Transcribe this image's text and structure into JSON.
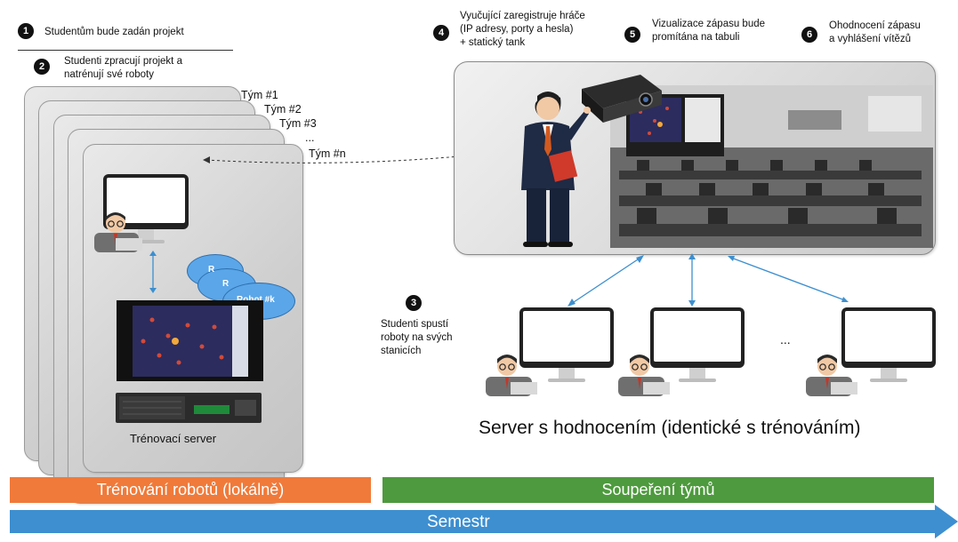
{
  "steps": [
    {
      "num": "1",
      "text": [
        "Studentům bude zadán projekt"
      ]
    },
    {
      "num": "2",
      "text": [
        "Studenti zpracují projekt a",
        "natrénují své roboty"
      ]
    },
    {
      "num": "3",
      "text": [
        "Studenti spustí",
        "roboty na svých",
        "stanicích"
      ]
    },
    {
      "num": "4",
      "text": [
        "Vyučující zaregistruje hráče",
        "(IP adresy, porty a hesla)",
        "+ statický tank"
      ]
    },
    {
      "num": "5",
      "text": [
        "Vizualizace zápasu bude",
        "promítána na tabuli"
      ]
    },
    {
      "num": "6",
      "text": [
        "Ohodnocení zápasu",
        "a vyhlášení vítězů"
      ]
    }
  ],
  "teams": [
    "Tým #1",
    "Tým #2",
    "Tým #3",
    "...",
    "Tým #n"
  ],
  "cloud_labels": [
    "R",
    "R",
    "Robot #k"
  ],
  "training_server_label": "Trénovací server",
  "ellipsis": "...",
  "evaluation_server_label": "Server s hodnocením (identické s trénováním)",
  "phases": {
    "training": "Trénování robotů (lokálně)",
    "competition": "Soupeření týmů",
    "semester": "Semestr"
  },
  "colors": {
    "training_phase": "#f07a3a",
    "competition_phase": "#4e9a3e",
    "semester_arrow": "#3d8fd0",
    "connector": "#3c8fd0",
    "cloud": "#5aa6e8"
  },
  "icons": [
    "projector-icon",
    "teacher-icon",
    "student-icon",
    "monitor-icon",
    "server-rack-icon",
    "cloud-icon",
    "classroom-photo"
  ]
}
